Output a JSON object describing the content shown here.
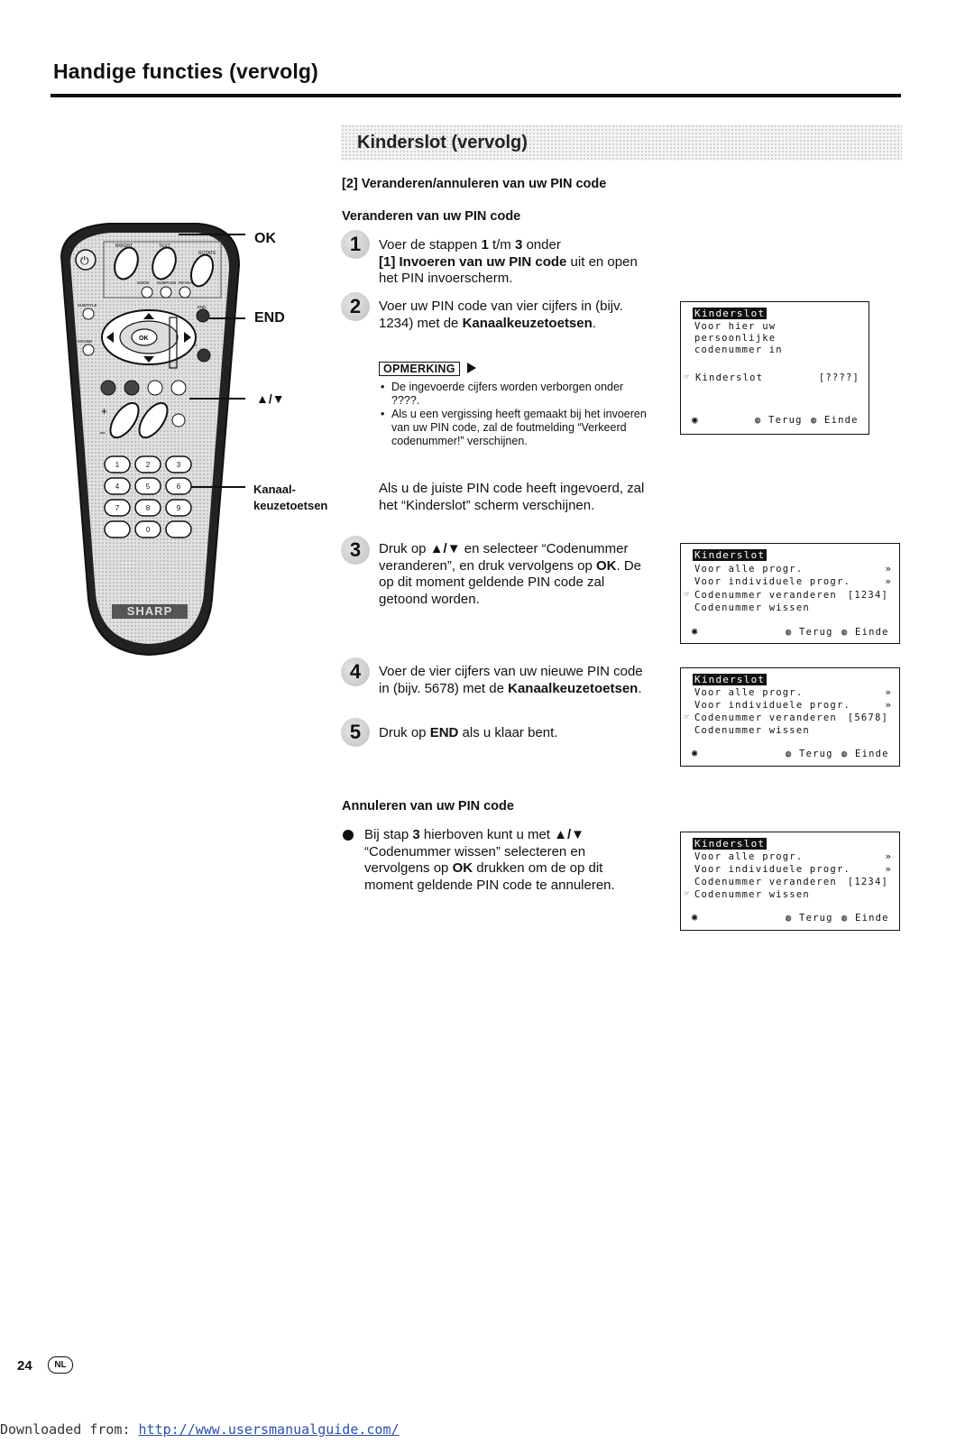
{
  "header": {
    "title": "Handige functies (vervolg)"
  },
  "section": {
    "title": "Kinderslot (vervolg)"
  },
  "subsection": "[2] Veranderen/annuleren van uw PIN code",
  "change": {
    "heading": "Veranderen van uw PIN code",
    "steps": [
      {
        "num": "1",
        "parts": [
          "Voer de stappen ",
          "1",
          " t/m ",
          "3",
          " onder ",
          "[1] Invoeren van uw PIN code",
          " uit en open het PIN invoerscherm."
        ]
      },
      {
        "num": "2",
        "parts": [
          "Voer uw PIN code van vier cijfers in (bijv. 1234) met de ",
          "Kanaalkeuzetoetsen",
          "."
        ]
      },
      {
        "num": "3",
        "parts": [
          "Druk op ",
          "▲/▼",
          " en selecteer “Codenummer veranderen”, en druk vervolgens op ",
          "OK",
          ". De op dit moment geldende PIN code zal getoond worden."
        ]
      },
      {
        "num": "4",
        "parts": [
          "Voer de vier cijfers van uw nieuwe PIN code in (bijv. 5678) met de ",
          "Kanaalkeuzetoetsen",
          "."
        ]
      },
      {
        "num": "5",
        "parts": [
          "Druk op ",
          "END",
          " als u klaar bent."
        ]
      }
    ],
    "note_label": "OPMERKING",
    "notes": [
      "De ingevoerde cijfers worden verborgen onder ????.",
      "Als u een vergissing heeft gemaakt bij het invoeren van uw PIN code, zal de foutmelding “Verkeerd codenummer!” verschijnen."
    ],
    "after_note": "Als u de juiste PIN code heeft ingevoerd, zal het “Kinderslot” scherm verschijnen."
  },
  "cancel": {
    "heading": "Annuleren van uw PIN code",
    "parts": [
      "Bij stap ",
      "3",
      " hierboven kunt u met ",
      "▲/▼",
      " “Codenummer wissen” selecteren en vervolgens op ",
      "OK",
      " drukken om de op dit moment geldende PIN code te annuleren."
    ]
  },
  "osd": {
    "title": "Kinderslot",
    "enter_lines": [
      "Voor hier uw",
      "persoonlijke",
      "codenummer in"
    ],
    "enter_item": "Kinderslot",
    "enter_code": "[????]",
    "menu_items": [
      "Voor alle progr.",
      "Voor individuele progr.",
      "Codenummer veranderen",
      "Codenummer wissen"
    ],
    "chevron": "»",
    "code_old": "[1234]",
    "code_new": "[5678]",
    "back": "Terug",
    "exit": "Einde"
  },
  "remote": {
    "callouts": {
      "ok": "OK",
      "end": "END",
      "updown": "▲/▼",
      "channel_1": "Kanaal-",
      "channel_2": "keuzetoetsen"
    },
    "brand": "SHARP",
    "buttons": {
      "bright": "BRIGHT",
      "text": "TEXT",
      "rotate": "ROTATE",
      "mode": "MODE",
      "subpage": "SUBPAGE",
      "reveal": "REVEAL",
      "subtitle": "SUBTITLE",
      "sound": "SOUND",
      "menu": "MENU",
      "end": "END",
      "ok": "OK",
      "keys": [
        "1",
        "2",
        "3",
        "4",
        "5",
        "6",
        "7",
        "8",
        "9",
        "0"
      ]
    }
  },
  "footer": {
    "page": "24",
    "lang": "NL",
    "prefix": "Downloaded from: ",
    "url": "http://www.usersmanualguide.com/"
  }
}
